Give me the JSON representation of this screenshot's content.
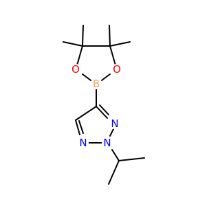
{
  "molecule": {
    "atoms": [
      {
        "id": "O1",
        "label": "O",
        "color": "#ff0000"
      },
      {
        "id": "O2",
        "label": "O",
        "color": "#ff0000"
      },
      {
        "id": "B",
        "label": "B",
        "color": "#f4a460"
      },
      {
        "id": "N3",
        "label": "N",
        "color": "#0000ff"
      },
      {
        "id": "N2",
        "label": "N",
        "color": "#0000ff"
      },
      {
        "id": "N1",
        "label": "N",
        "color": "#0000ff"
      }
    ]
  }
}
